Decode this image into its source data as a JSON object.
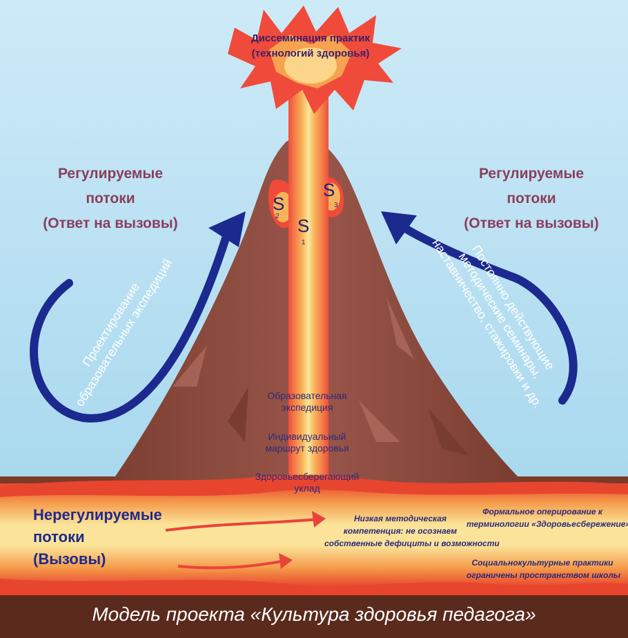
{
  "burst": {
    "line1": "Диссеминация практик",
    "line2": "(технологий здоровья)"
  },
  "left_label": {
    "line1": "Регулируемые",
    "line2": "потоки",
    "line3": "(Ответ на вызовы)"
  },
  "right_label": {
    "line1": "Регулируемые",
    "line2": "потоки",
    "line3": "(Ответ на вызовы)"
  },
  "left_arrow_text": {
    "line1": "Проектирование",
    "line2": "образовательных экспедиций"
  },
  "right_arrow_text": {
    "line1": "Постоянно действующие",
    "line2": "методические семинары,",
    "line3": "наставничество, стажировки и др."
  },
  "s_markers": [
    {
      "letter": "S",
      "index": "1"
    },
    {
      "letter": "S",
      "index": "2"
    },
    {
      "letter": "S",
      "index": "3"
    }
  ],
  "inner_labels": {
    "expedition": {
      "line1": "Образовательная",
      "line2": "экспедиция"
    },
    "route": {
      "line1": "Индивидуальный",
      "line2": "маршрут здоровья"
    },
    "lifestyle": {
      "line1": "Здоровьесберегающий",
      "line2": "уклад"
    }
  },
  "unregulated": {
    "line1": "Нерегулируемые",
    "line2": "потоки",
    "line3": "(Вызовы)"
  },
  "notes": {
    "low_competence": {
      "line1": "Низкая методическая",
      "line2": "компетенция: не осознаем",
      "line3": "собственные дефициты и возможности"
    },
    "formal": {
      "line1": "Формальное оперирование к",
      "line2": "терминологии «Здоровьесбережение»"
    },
    "social": {
      "line1": "Социальнокультурные практики",
      "line2": "ограничены пространством школы"
    }
  },
  "footer": "Модель проекта «Культура здоровья педагога»",
  "colors": {
    "sky": "#bfe2f2",
    "ground": "#7a3a2a",
    "mountain": "#8a4a3c",
    "lava": "#f04a3a",
    "magma": "#f7e08a",
    "arrow": "#1c2a8f",
    "footer_bg": "#5a2a1c"
  }
}
